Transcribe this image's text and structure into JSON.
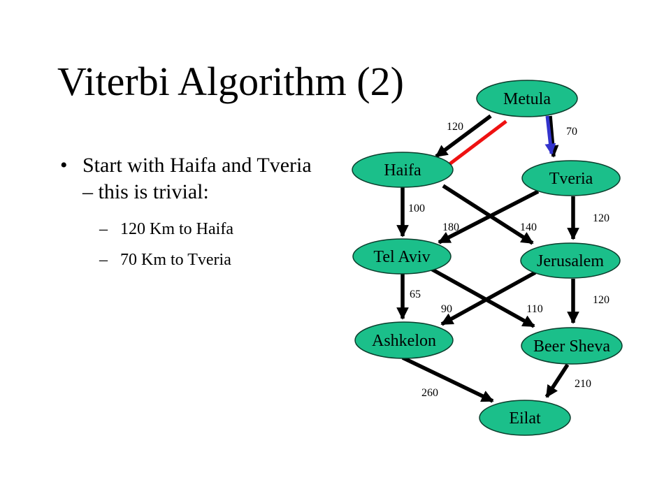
{
  "slide": {
    "title": "Viterbi Algorithm (2)",
    "bullet_marker": "•",
    "bullet": "Start with Haifa and Tveria – this is trivial:",
    "sub_marker": "–",
    "sub_items": [
      "120 Km to Haifa",
      "70 Km to Tveria"
    ]
  },
  "colors": {
    "node_fill": "#1bbf8a",
    "node_stroke": "#0b3d2c",
    "edge": "#000000",
    "highlight_red": "#ee1111",
    "highlight_blue": "#3333cc"
  },
  "graph": {
    "nodes": [
      {
        "id": "metula",
        "label": "Metula"
      },
      {
        "id": "haifa",
        "label": "Haifa"
      },
      {
        "id": "tveria",
        "label": "Tveria"
      },
      {
        "id": "telaviv",
        "label": "Tel Aviv"
      },
      {
        "id": "jerusalem",
        "label": "Jerusalem"
      },
      {
        "id": "ashkelon",
        "label": "Ashkelon"
      },
      {
        "id": "beersheva",
        "label": "Beer Sheva"
      },
      {
        "id": "eilat",
        "label": "Eilat"
      }
    ],
    "edges": [
      {
        "from": "metula",
        "to": "haifa",
        "weight": "120",
        "highlight": "red"
      },
      {
        "from": "metula",
        "to": "tveria",
        "weight": "70",
        "highlight": "blue"
      },
      {
        "from": "haifa",
        "to": "telaviv",
        "weight": "100"
      },
      {
        "from": "haifa",
        "to": "jerusalem",
        "weight": "140"
      },
      {
        "from": "tveria",
        "to": "telaviv",
        "weight": "180"
      },
      {
        "from": "tveria",
        "to": "jerusalem",
        "weight": "120"
      },
      {
        "from": "telaviv",
        "to": "ashkelon",
        "weight": "65"
      },
      {
        "from": "telaviv",
        "to": "beersheva",
        "weight": "110"
      },
      {
        "from": "jerusalem",
        "to": "ashkelon",
        "weight": "90"
      },
      {
        "from": "jerusalem",
        "to": "beersheva",
        "weight": "120"
      },
      {
        "from": "ashkelon",
        "to": "eilat",
        "weight": "260"
      },
      {
        "from": "beersheva",
        "to": "eilat",
        "weight": "210"
      }
    ]
  }
}
